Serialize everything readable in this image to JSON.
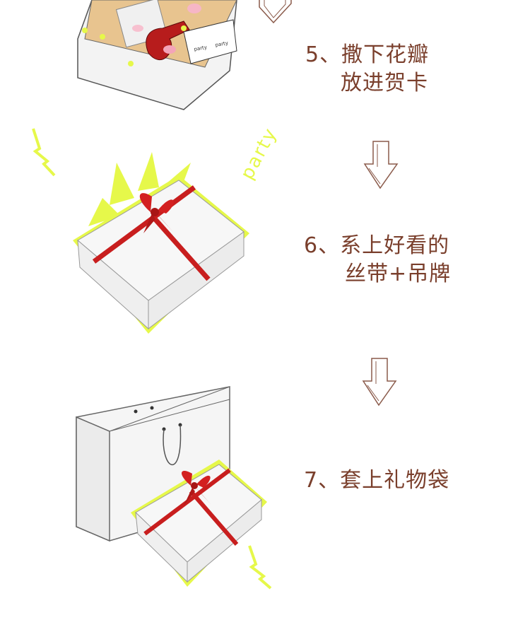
{
  "steps": [
    {
      "line1": "5、撒下花瓣",
      "line2": "放进贺卡"
    },
    {
      "line1": "6、系上好看的",
      "line2": "丝带+吊牌"
    },
    {
      "line1": "7、套上礼物袋"
    }
  ],
  "decor": {
    "party_word": "party",
    "card_text_1": "party",
    "card_text_2": "party"
  },
  "colors": {
    "text": "#7a3f2c",
    "neon": "#e6f84a",
    "ribbon": "#c81e1e",
    "box": "#f7f7f7",
    "arrow": "#8a5a4a"
  },
  "icons": [
    "down-arrow-icon",
    "lightning-icon",
    "bow-icon"
  ]
}
